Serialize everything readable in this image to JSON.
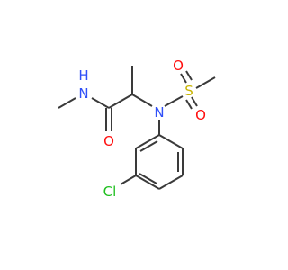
{
  "molecule": {
    "atoms": {
      "nh": "N",
      "h": "H",
      "o_carbonyl": "O",
      "n_sulfonamide": "N",
      "s": "S",
      "o_sulfonyl_1": "O",
      "o_sulfonyl_2": "O",
      "cl": "Cl"
    },
    "colors": {
      "bond": "#3a3a3a",
      "nitrogen": "#3050f8",
      "oxygen": "#ff0d0d",
      "sulfur": "#c8b400",
      "chlorine": "#1fbf1f"
    }
  }
}
